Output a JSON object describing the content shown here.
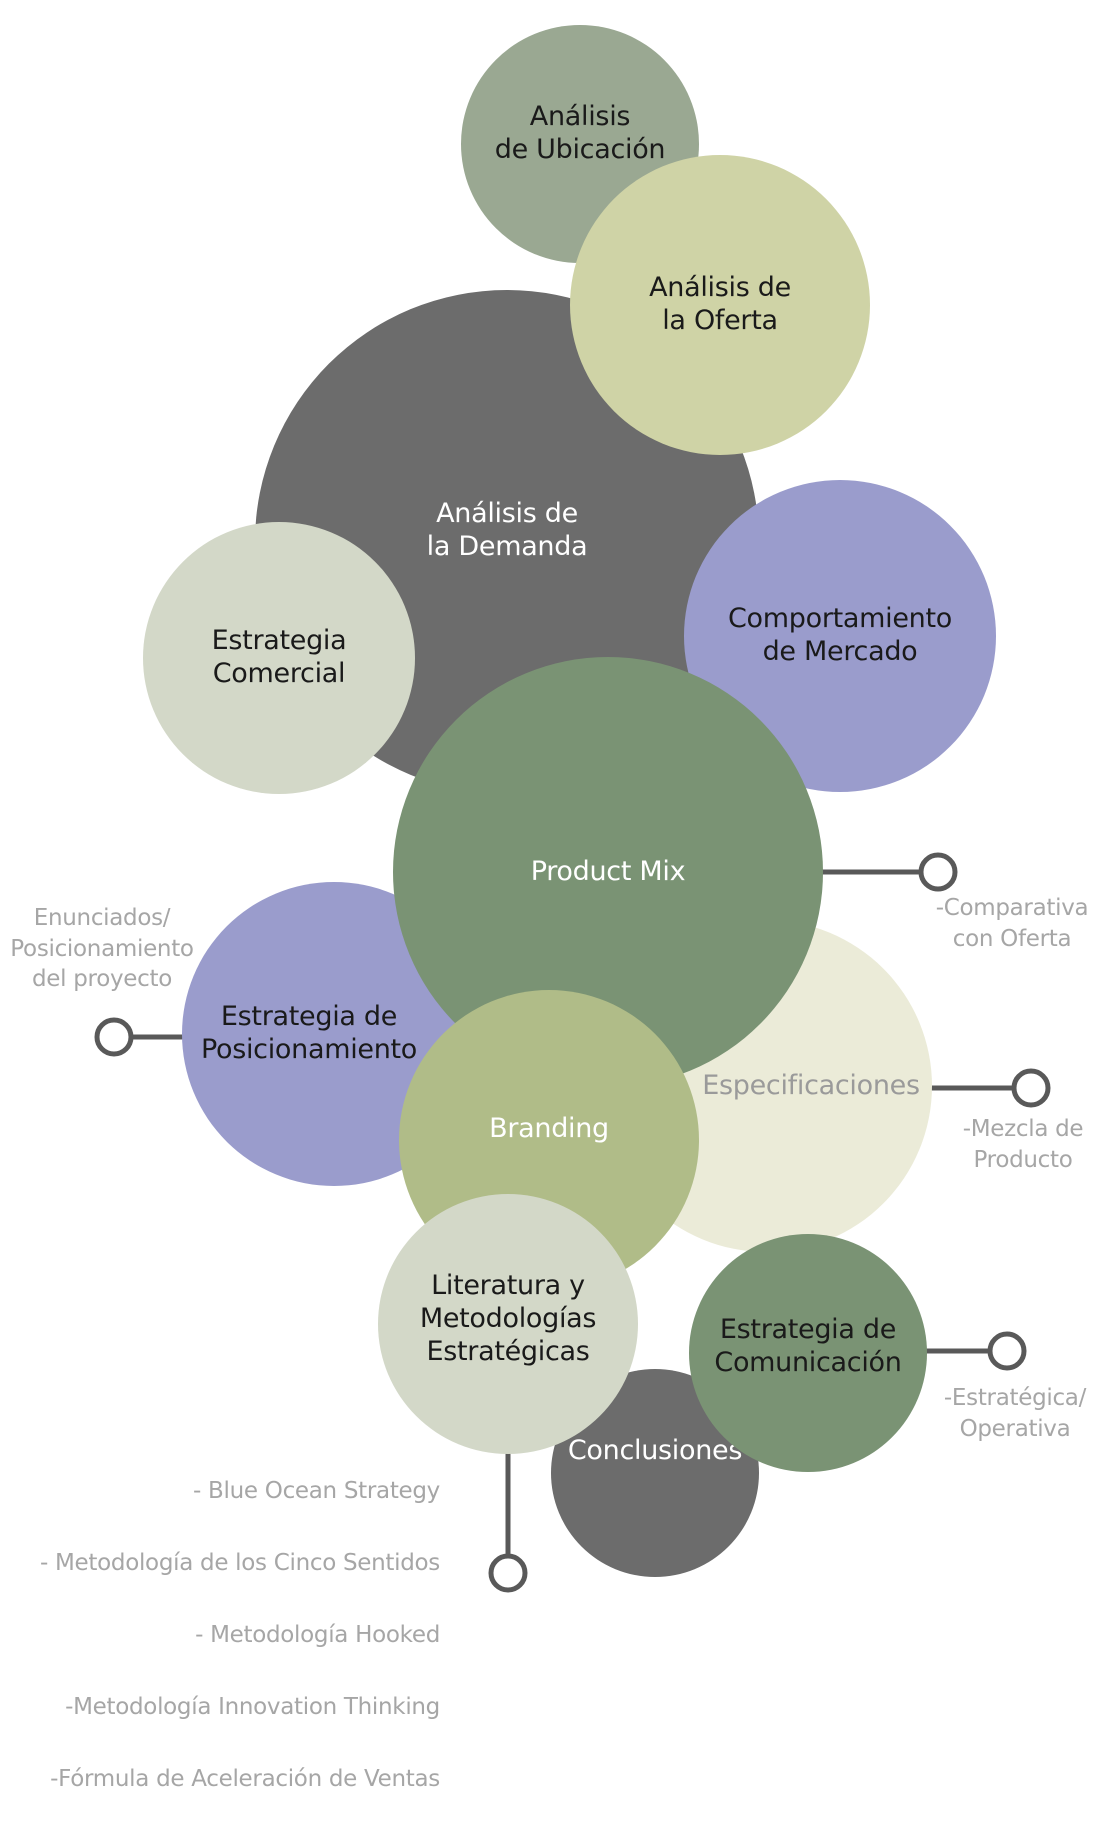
{
  "colors": {
    "dark_gray": "#6c6c6c",
    "sage": "#9aa892",
    "khaki": "#cfd3a6",
    "pale_sage": "#d3d8c8",
    "periwinkle": "#9a9ccc",
    "green": "#7a9374",
    "olive": "#b0bc88",
    "cream": "#ebebd8",
    "note_text": "#a6a6a6",
    "connector": "#595959"
  },
  "bubbles": {
    "demanda": "Análisis de\nla Demanda",
    "ubicacion": "Análisis\nde Ubicación",
    "oferta": "Análisis de\nla Oferta",
    "comercial": "Estrategia\nComercial",
    "mercado": "Comportamiento\nde Mercado",
    "conclusiones": "Conclusiones",
    "especificaciones": "Especificaciones",
    "posicionamiento": "Estrategia de\nPosicionamiento",
    "product_mix": "Product Mix",
    "comunicacion": "Estrategia de\nComunicación",
    "branding": "Branding",
    "literatura": "Literatura y\nMetodologías\nEstratégicas"
  },
  "notes": {
    "product_mix": "-Comparativa\ncon Oferta",
    "posicionamiento": "Enunciados/\nPosicionamiento\ndel proyecto",
    "especificaciones": "-Mezcla de\nProducto",
    "comunicacion": "-Estratégica/\nOperativa",
    "literatura": [
      "- Blue Ocean Strategy",
      "- Metodología de los Cinco Sentidos",
      "- Metodología Hooked",
      "-Metodología Innovation Thinking",
      "-Fórmula de Aceleración de Ventas"
    ]
  }
}
